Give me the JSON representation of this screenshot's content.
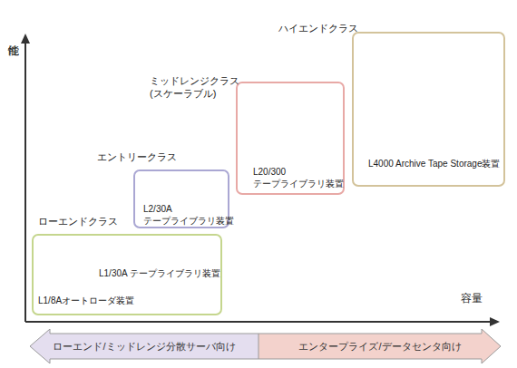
{
  "diagram": {
    "nodes": [
      {
        "text": [
          "ローエンドクラス",
          "L1/30A テープライブラリ装置",
          "L1/8Aオートローダ装置"
        ]
      },
      {
        "text": [
          "エントリークラス",
          "L2/30A テープライブラリ装置"
        ]
      },
      {
        "text": [
          "ミッドレンジクラス (スケーラブル)",
          "L20/300 テープライブラリ装置"
        ]
      },
      {
        "text": [
          "ハイエンドクラス",
          "L4000 Archive Tape Storage装置"
        ]
      },
      {
        "text": [
          "ローエンド/ミッドレンジ分散サーバ向け"
        ]
      },
      {
        "text": [
          "エンタープライズ/データセンタ向け"
        ]
      }
    ],
    "labels": [
      "性能",
      "容量"
    ]
  }
}
